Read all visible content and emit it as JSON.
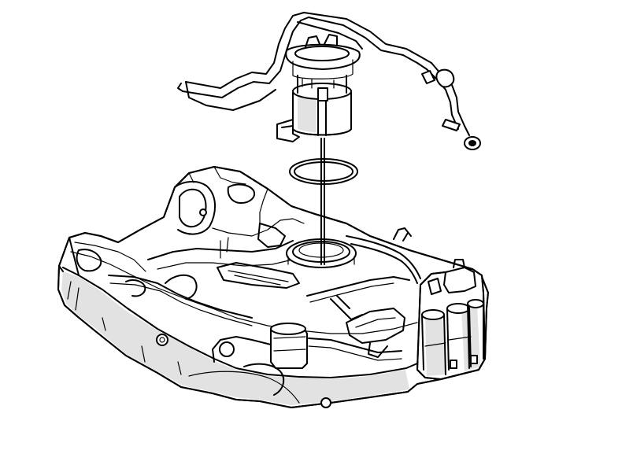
{
  "figure": {
    "kind": "exploded-view line drawing",
    "components": [
      {
        "id": "fuel-tank",
        "icon": "fuel-tank-icon"
      },
      {
        "id": "fuel-pump-module",
        "icon": "fuel-pump-icon"
      },
      {
        "id": "seal-ring",
        "icon": "o-ring-icon"
      },
      {
        "id": "fuel-lines",
        "icon": "hose-icon"
      },
      {
        "id": "evap-canister",
        "icon": "canister-icon"
      }
    ],
    "colors": {
      "line": "#000000",
      "background": "#ffffff",
      "shade": "#e2e2e2"
    }
  }
}
